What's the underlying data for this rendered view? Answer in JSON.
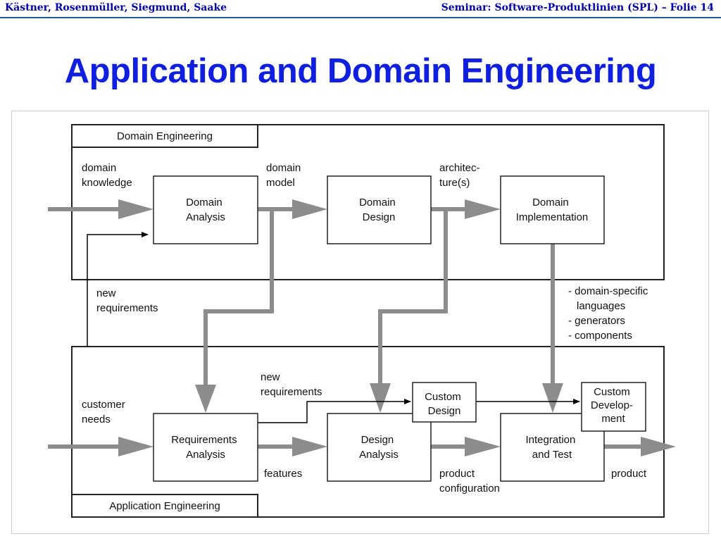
{
  "header": {
    "authors": "Kästner, Rosenmüller, Siegmund, Saake",
    "course": "Seminar: Software-Produktlinien (SPL) – Folie 14"
  },
  "title": "Application and Domain Engineering",
  "diagram": {
    "domain_tab": "Domain Engineering",
    "application_tab": "Application Engineering",
    "domain_knowledge": [
      "domain",
      "knowledge"
    ],
    "domain_model": [
      "domain",
      "model"
    ],
    "architectures": [
      "architec-",
      "ture(s)"
    ],
    "domain_analysis": [
      "Domain",
      "Analysis"
    ],
    "domain_design": [
      "Domain",
      "Design"
    ],
    "domain_implementation": [
      "Domain",
      "Implementation"
    ],
    "new_requirements_domain": [
      "new",
      "requirements"
    ],
    "assets": [
      "- domain-specific",
      "languages",
      "- generators",
      "- components"
    ],
    "customer_needs": [
      "customer",
      "needs"
    ],
    "new_requirements_app": [
      "new",
      "requirements"
    ],
    "requirements_analysis": [
      "Requirements",
      "Analysis"
    ],
    "design_analysis": [
      "Design",
      "Analysis"
    ],
    "integration_test": [
      "Integration",
      "and Test"
    ],
    "custom_design": [
      "Custom",
      "Design"
    ],
    "custom_development": [
      "Custom",
      "Develop-",
      "ment"
    ],
    "features": "features",
    "product_configuration": [
      "product",
      "configuration"
    ],
    "product": "product"
  }
}
